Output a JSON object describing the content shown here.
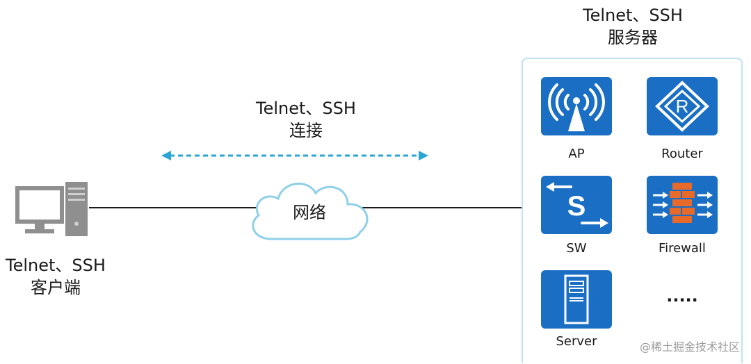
{
  "client": {
    "line1": "Telnet、SSH",
    "line2": "客户端"
  },
  "connection": {
    "line1": "Telnet、SSH",
    "line2": "连接"
  },
  "network": {
    "label": "网络"
  },
  "server": {
    "line1": "Telnet、SSH",
    "line2": "服务器"
  },
  "devices": [
    {
      "label": "AP",
      "icon": "ap-antenna-icon"
    },
    {
      "label": "Router",
      "icon": "router-icon"
    },
    {
      "label": "SW",
      "icon": "switch-icon"
    },
    {
      "label": "Firewall",
      "icon": "firewall-icon"
    },
    {
      "label": "Server",
      "icon": "server-icon"
    }
  ],
  "more": ".....",
  "watermark": "@稀土掘金技术社区",
  "colors": {
    "tile": "#1a6fc4",
    "accent": "#2aa5d6",
    "cloud_stroke": "#8fd0ea",
    "box_border": "#bfe3f0",
    "firewall_brick": "#e86a2b"
  }
}
